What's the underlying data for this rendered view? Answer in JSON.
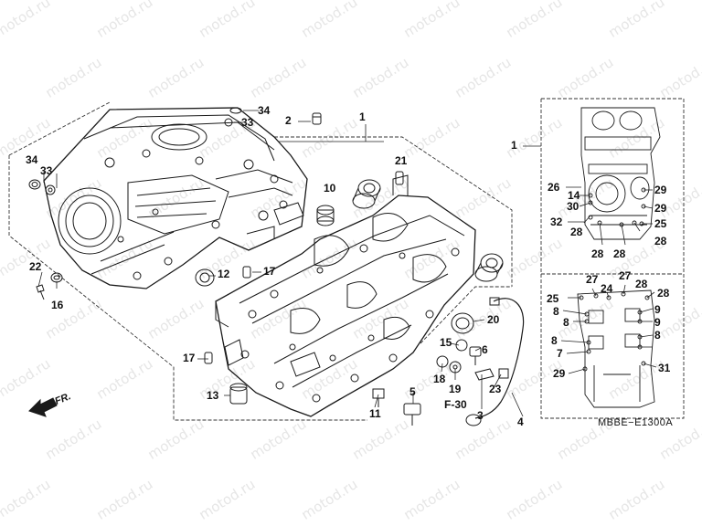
{
  "watermark": "motod.ru",
  "diagram_code": "MBBE−E1300A",
  "direction_label": "FR.",
  "callouts": [
    {
      "id": "c34a",
      "text": "34"
    },
    {
      "id": "c33a",
      "text": "33"
    },
    {
      "id": "c2",
      "text": "2"
    },
    {
      "id": "c1a",
      "text": "1"
    },
    {
      "id": "c1b",
      "text": "1"
    },
    {
      "id": "c34b",
      "text": "34"
    },
    {
      "id": "c33b",
      "text": "33"
    },
    {
      "id": "c21",
      "text": "21"
    },
    {
      "id": "c10",
      "text": "10"
    },
    {
      "id": "c22",
      "text": "22"
    },
    {
      "id": "c16",
      "text": "16"
    },
    {
      "id": "c12",
      "text": "12"
    },
    {
      "id": "c17a",
      "text": "17"
    },
    {
      "id": "c17b",
      "text": "17"
    },
    {
      "id": "c13",
      "text": "13"
    },
    {
      "id": "c20",
      "text": "20"
    },
    {
      "id": "c15",
      "text": "15"
    },
    {
      "id": "c6",
      "text": "6"
    },
    {
      "id": "c18",
      "text": "18"
    },
    {
      "id": "c19",
      "text": "19"
    },
    {
      "id": "c23",
      "text": "23"
    },
    {
      "id": "c5",
      "text": "5"
    },
    {
      "id": "c3",
      "text": "3"
    },
    {
      "id": "cF30",
      "text": "F-30"
    },
    {
      "id": "c11",
      "text": "11"
    },
    {
      "id": "c4",
      "text": "4"
    },
    {
      "id": "c26",
      "text": "26"
    },
    {
      "id": "c14",
      "text": "14"
    },
    {
      "id": "c30",
      "text": "30"
    },
    {
      "id": "c29a",
      "text": "29"
    },
    {
      "id": "c29b",
      "text": "29"
    },
    {
      "id": "c32",
      "text": "32"
    },
    {
      "id": "c25a",
      "text": "25"
    },
    {
      "id": "c28a",
      "text": "28"
    },
    {
      "id": "c28b",
      "text": "28"
    },
    {
      "id": "c28c",
      "text": "28"
    },
    {
      "id": "c28d",
      "text": "28"
    },
    {
      "id": "c27a",
      "text": "27"
    },
    {
      "id": "c27b",
      "text": "27"
    },
    {
      "id": "c24",
      "text": "24"
    },
    {
      "id": "c28e",
      "text": "28"
    },
    {
      "id": "c28f",
      "text": "28"
    },
    {
      "id": "c25b",
      "text": "25"
    },
    {
      "id": "c8a",
      "text": "8"
    },
    {
      "id": "c8b",
      "text": "8"
    },
    {
      "id": "c9a",
      "text": "9"
    },
    {
      "id": "c9b",
      "text": "9"
    },
    {
      "id": "c8c",
      "text": "8"
    },
    {
      "id": "c7",
      "text": "7"
    },
    {
      "id": "c8d",
      "text": "8"
    },
    {
      "id": "c29c",
      "text": "29"
    },
    {
      "id": "c31",
      "text": "31"
    }
  ]
}
